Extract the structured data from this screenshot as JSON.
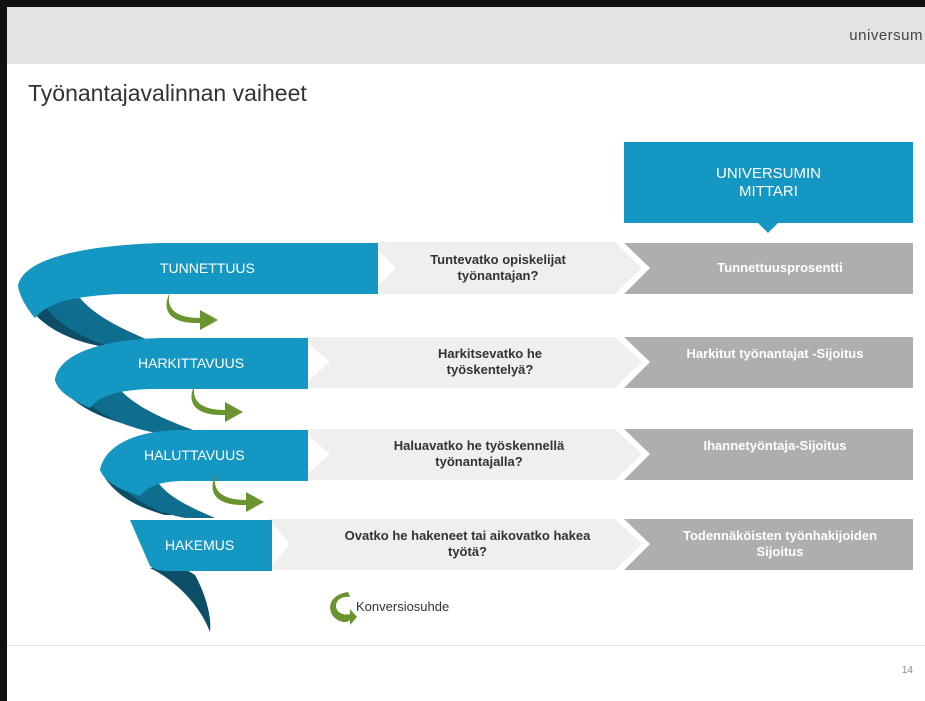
{
  "brand": "universum",
  "title": "Työnantajavalinnan vaiheet",
  "mittari_header": "UNIVERSUMIN MITTARI",
  "stages": [
    {
      "label": "TUNNETTUUS",
      "question": "Tuntevatko opiskelijat työnantajan?",
      "metric": "Tunnettuusprosentti"
    },
    {
      "label": "HARKITTAVUUS",
      "question": "Harkitsevatko he työskentelyä?",
      "metric": "Harkitut työnantajat -Sijoitus"
    },
    {
      "label": "HALUTTAVUUS",
      "question": "Haluavatko he työskennellä työnantajalla?",
      "metric": "Ihannetyöntaja-Sijoitus"
    },
    {
      "label": "HAKEMUS",
      "question": "Ovatko he hakeneet tai aikovatko hakea työtä?",
      "metric": "Todennäköisten työnhakijoiden Sijoitus"
    }
  ],
  "legend": {
    "label": "Konversiosuhde"
  },
  "page_number": "14",
  "colors": {
    "funnel_band": "#1597c4",
    "funnel_dark": "#0f6d8e",
    "funnel_shadow": "#0b4e66",
    "question_bg": "#efefef",
    "metric_bg": "#aeaeae",
    "arrow": "#6a9430",
    "header_band": "#e3e3e3"
  },
  "icons": {
    "conversion": "curved-arrow-icon"
  }
}
